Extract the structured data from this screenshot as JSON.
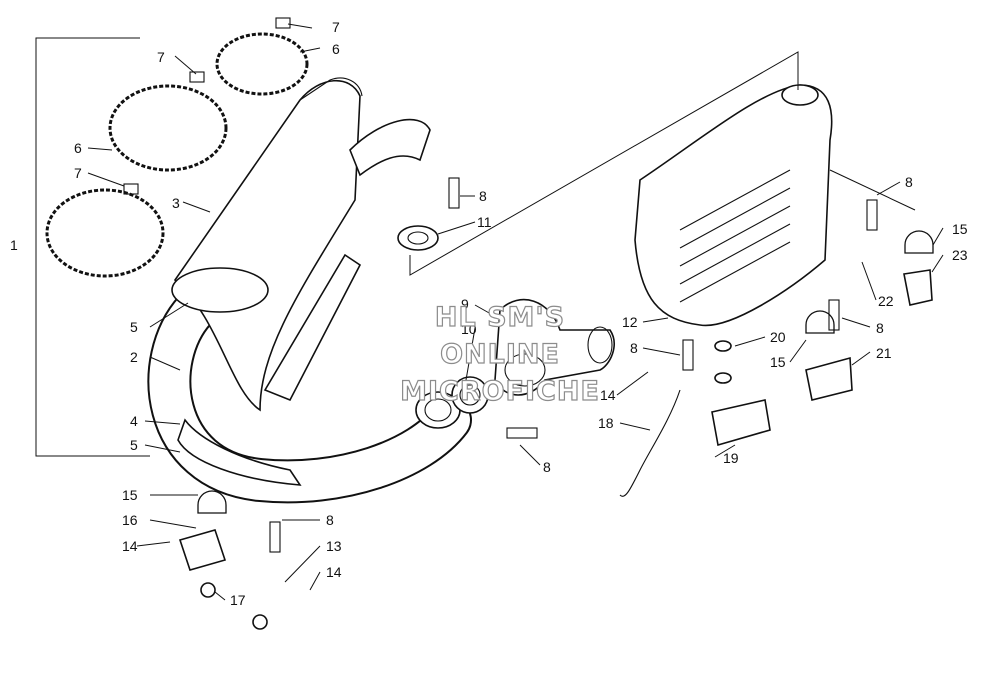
{
  "watermark": {
    "line1": "HL SM'S",
    "line2": "ONLINE",
    "line3": "MICROFICHE"
  },
  "callouts": [
    "1",
    "2",
    "3",
    "4",
    "5",
    "5",
    "6",
    "6",
    "7",
    "7",
    "7",
    "8",
    "8",
    "8",
    "8",
    "8",
    "8",
    "9",
    "10",
    "11",
    "12",
    "13",
    "14",
    "14",
    "14",
    "15",
    "15",
    "15",
    "16",
    "17",
    "18",
    "19",
    "20",
    "21",
    "22",
    "23"
  ]
}
